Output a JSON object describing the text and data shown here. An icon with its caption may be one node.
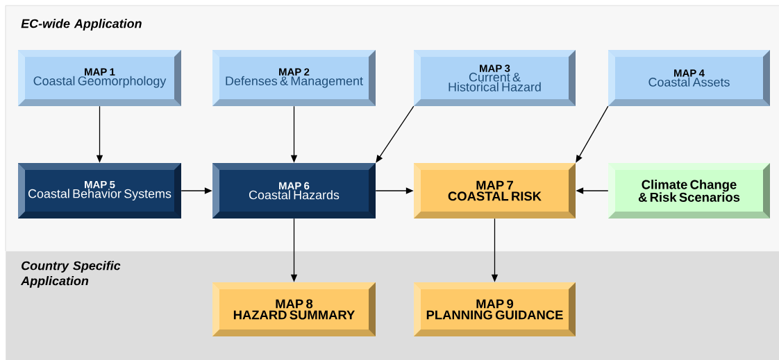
{
  "diagram": {
    "nodes": [
      {
        "text": [
          "EC-wide Application"
        ]
      },
      {
        "text": [
          "MAP 1",
          "Coastal Geomorphology"
        ],
        "in": 0
      },
      {
        "text": [
          "MAP 2",
          "Defenses & Management"
        ],
        "in": 0
      },
      {
        "text": [
          "MAP 3",
          "Current & Historical Hazard"
        ],
        "in": 0
      },
      {
        "text": [
          "MAP 4",
          "Coastal Assets"
        ],
        "in": 0
      },
      {
        "text": [
          "MAP 5",
          "Coastal Behavior Systems"
        ],
        "in": 0
      },
      {
        "text": [
          "MAP 6",
          "Coastal Hazards"
        ],
        "in": 0
      },
      {
        "text": [
          "MAP 7",
          "COASTAL RISK"
        ],
        "in": 0
      },
      {
        "text": [
          "Climate Change & Risk Scenarios"
        ],
        "in": 0
      },
      {
        "text": [
          "Country Specific Application"
        ]
      },
      {
        "text": [
          "MAP 8",
          "HAZARD SUMMARY"
        ],
        "in": 9
      },
      {
        "text": [
          "MAP 9",
          "PLANNING GUIDANCE"
        ],
        "in": 9
      }
    ],
    "edges": [
      {
        "from": 1,
        "to": 5,
        "arrow": "to"
      },
      {
        "from": 2,
        "to": 6,
        "arrow": "to"
      },
      {
        "from": 3,
        "to": 6,
        "arrow": "to"
      },
      {
        "from": 4,
        "to": 7,
        "arrow": "to"
      },
      {
        "from": 5,
        "to": 6,
        "arrow": "to"
      },
      {
        "from": 6,
        "to": 7,
        "arrow": "to"
      },
      {
        "from": 8,
        "to": 7,
        "arrow": "to"
      },
      {
        "from": 6,
        "to": 10,
        "arrow": "to"
      },
      {
        "from": 7,
        "to": 11,
        "arrow": "to"
      }
    ]
  }
}
